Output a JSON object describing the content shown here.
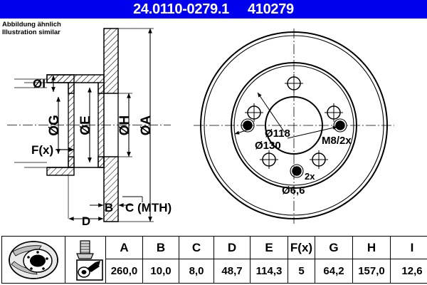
{
  "header": {
    "part_number": "24.0110-0279.1",
    "reference_number": "410279",
    "background_color": "#0000ee",
    "text_color": "#ffffff"
  },
  "disclaimer": {
    "line_de": "Abbildung ähnlich",
    "line_en": "Illustration similar"
  },
  "drawing": {
    "section_view": {
      "labels": [
        {
          "id": "dia-I",
          "text": "ØI"
        },
        {
          "id": "dia-G",
          "text": "ØG"
        },
        {
          "id": "dia-E",
          "text": "ØE"
        },
        {
          "id": "dia-H",
          "text": "ØH"
        },
        {
          "id": "dia-A",
          "text": "ØA"
        },
        {
          "id": "force-x",
          "text": "F(x)"
        },
        {
          "id": "dim-B",
          "text": "B"
        },
        {
          "id": "dim-C",
          "text": "C (MTH)"
        },
        {
          "id": "dim-D",
          "text": "D"
        }
      ]
    },
    "face_view": {
      "annotations": [
        {
          "id": "center-bore",
          "text": "Ø118"
        },
        {
          "id": "bolt-circle",
          "text": "Ø130"
        },
        {
          "id": "thread-holes",
          "text": "M8/2x"
        },
        {
          "id": "hole-count",
          "text": "2x"
        },
        {
          "id": "hole-diameter",
          "text": "Ø6,6"
        }
      ]
    }
  },
  "specs_table": {
    "headers": [
      "A",
      "B",
      "C",
      "D",
      "E",
      "F(x)",
      "G",
      "H",
      "I"
    ],
    "values": [
      "260,0",
      "10,0",
      "8,0",
      "48,7",
      "114,3",
      "5",
      "64,2",
      "157,0",
      "12,6"
    ],
    "icons": [
      "brake-disc-pictogram",
      "bolt-torque-pictogram"
    ]
  }
}
